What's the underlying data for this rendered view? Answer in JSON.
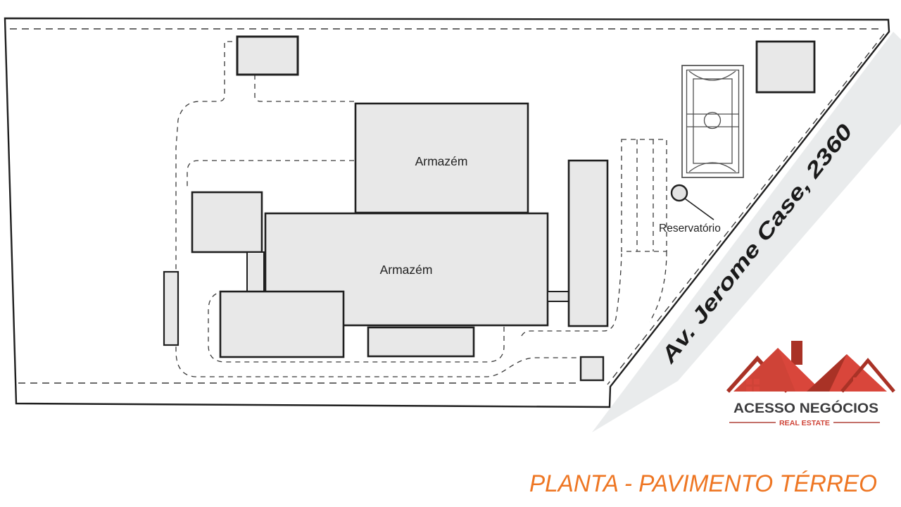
{
  "labels": {
    "warehouse_top": "Armazém",
    "warehouse_main": "Armazém",
    "reservoir": "Reservatório",
    "street": "Av. Jerome Case, 2360"
  },
  "branding": {
    "company": "ACESSO NEGÓCIOS",
    "tagline": "REAL ESTATE"
  },
  "title": "PLANTA - PAVIMENTO TÉRREO",
  "colors": {
    "building_fill": "#e8e8e8",
    "outline": "#1f1f1f",
    "dash": "#3a3a3a",
    "street_fill": "#e9ebec",
    "street_text": "#1a1a1a",
    "title_orange": "#ee7623",
    "logo_red": "#cf4337",
    "logo_bright_red": "#d9463b",
    "logo_dark_red": "#a93226",
    "logo_text": "#3b3b3d",
    "tank_line": "#4f4f4f"
  }
}
